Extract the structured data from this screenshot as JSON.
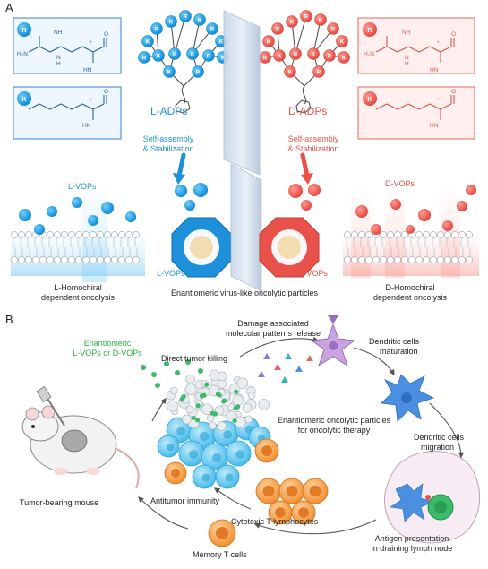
{
  "panel_a": {
    "letter": "A",
    "l_adps": "L-ADPs",
    "d_adps": "D-ADPs",
    "self_assembly_l_1": "Self-assembly",
    "self_assembly_l_2": "& Stabilization",
    "self_assembly_d_1": "Self-assembly",
    "self_assembly_d_2": "& Stabilization",
    "l_vops_membrane": "L-VOPs",
    "d_vops_membrane": "D-VOPs",
    "l_vops_particle": "L-VOPs",
    "d_vops_particle": "D-VOPs",
    "left_caption_1": "L-Homochiral",
    "left_caption_2": "dependent oncolysis",
    "center_caption": "Enantiomeric virus-like oncolytic particles",
    "right_caption_1": "D-Homochiral",
    "right_caption_2": "dependent oncolysis",
    "residue_r": "R",
    "residue_k": "K",
    "chem_nh": "NH",
    "chem_h2n": "H₂N",
    "chem_n": "N",
    "chem_h": "H",
    "chem_hn": "HN",
    "chem_o": "O",
    "chem_star": "*",
    "chem_tick": "‵",
    "colors": {
      "l_blue": "#1e8fd9",
      "d_red": "#e8524a",
      "mirror": "#b9c8dc"
    }
  },
  "panel_b": {
    "letter": "B",
    "enantiomeric_1": "Enantiomeric",
    "enantiomeric_2": "L-VOPs or D-VOPs",
    "direct_killing": "Direct tumor killing",
    "damp_1": "Damage associated",
    "damp_2": "molecular patterns release",
    "dc_maturation_1": "Dendritic cells",
    "dc_maturation_2": "maturation",
    "therapy_1": "Enantiomeric oncolytic particles",
    "therapy_2": "for oncolytic therapy",
    "dc_migration_1": "Dendritic cells",
    "dc_migration_2": "migration",
    "mouse": "Tumor-bearing mouse",
    "antitumor": "Antitumor immunity",
    "ctl": "Cytotoxic T lymphocytes",
    "antigen_1": "Antigen presentation",
    "antigen_2": "in draining lymph node",
    "memory": "Memory T cells",
    "colors": {
      "tumor_cell": "#7fd3f0",
      "t_cell": "#f2a24a",
      "vop_green": "#3dbb6a",
      "dc": "#4a8fe0"
    }
  }
}
